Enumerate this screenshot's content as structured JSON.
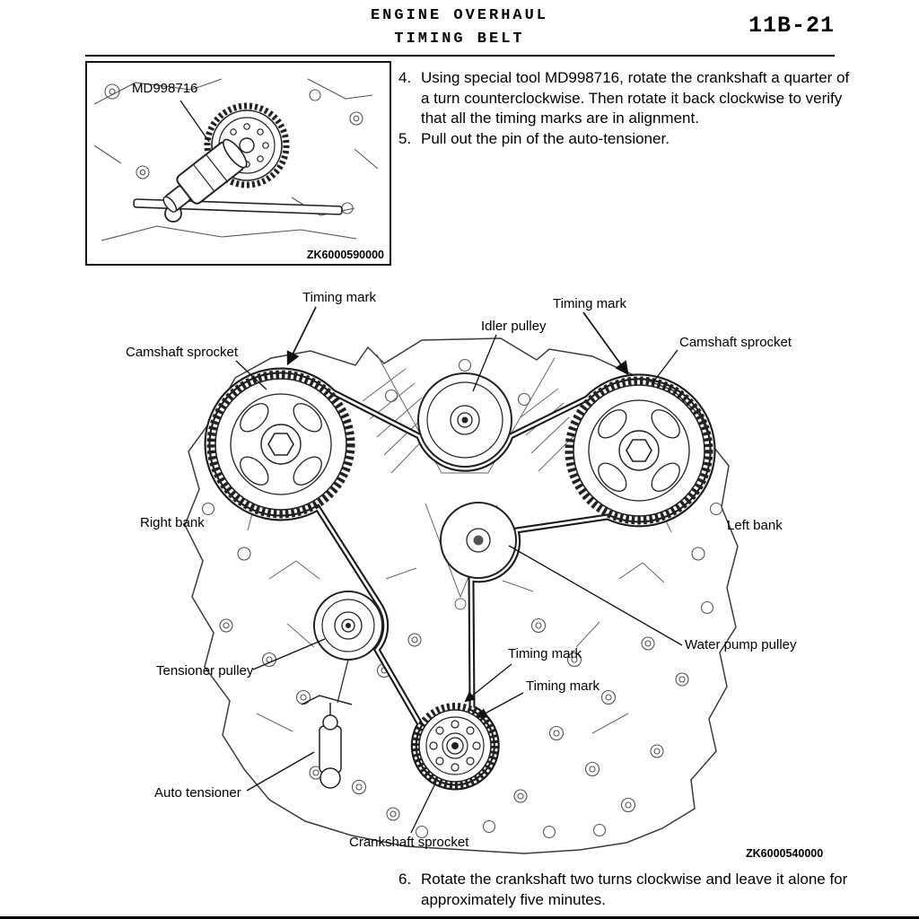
{
  "page": {
    "header": {
      "line1": "ENGINE OVERHAUL",
      "line2": "TIMING BELT",
      "page_number": "11B-21"
    },
    "steps": {
      "items": [
        {
          "num": "4.",
          "text": "Using special tool MD998716, rotate the crankshaft a quarter of a turn counterclockwise. Then rotate it back clockwise to verify that all the timing marks are in alignment."
        },
        {
          "num": "5.",
          "text": "Pull out the pin of the auto-tensioner."
        }
      ],
      "step6": {
        "num": "6.",
        "text": "Rotate the crankshaft two turns clockwise and leave it alone for approximately five minutes."
      }
    },
    "inset": {
      "tool_label": "MD998716",
      "figure_code": "ZK6000590000"
    },
    "diagram": {
      "figure_code": "ZK6000540000",
      "labels": {
        "timing_mark_top_left": "Timing mark",
        "idler_pulley": "Idler pulley",
        "timing_mark_top_right": "Timing mark",
        "camshaft_sprocket_left": "Camshaft sprocket",
        "camshaft_sprocket_right": "Camshaft sprocket",
        "right_bank": "Right bank",
        "left_bank": "Left bank",
        "water_pump_pulley": "Water pump pulley",
        "tensioner_pulley": "Tensioner pulley",
        "timing_mark_lower_1": "Timing mark",
        "timing_mark_lower_2": "Timing mark",
        "auto_tensioner": "Auto tensioner",
        "crankshaft_sprocket": "Crankshaft sprocket"
      }
    }
  }
}
